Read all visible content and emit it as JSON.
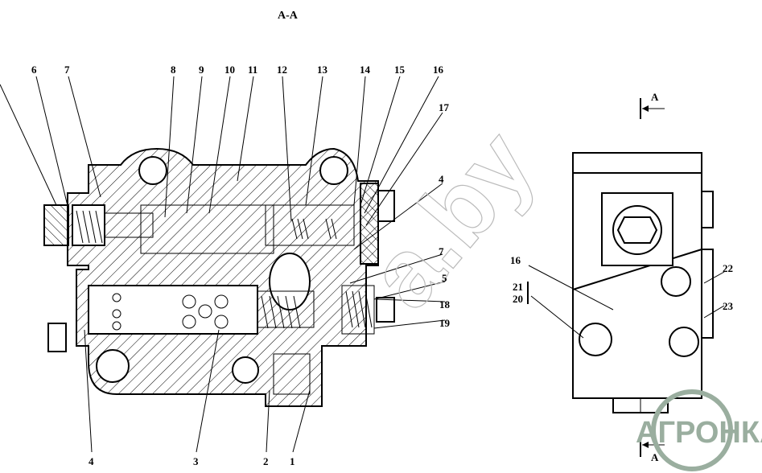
{
  "title": "А-А",
  "section_view": {
    "top_labels": [
      "6",
      "7",
      "8",
      "9",
      "10",
      "11",
      "12",
      "13",
      "14",
      "15",
      "16"
    ],
    "side_labels": [
      "17",
      "4",
      "7",
      "5",
      "18",
      "19"
    ],
    "bottom_labels": [
      "4",
      "3",
      "2",
      "1"
    ]
  },
  "side_view": {
    "section_mark_top": "А",
    "section_mark_bottom": "А",
    "labels": [
      "16",
      "21",
      "20",
      "22",
      "23"
    ]
  },
  "watermark": "a.by",
  "logo": {
    "text": "АГРОНКА",
    "color": "#9aae9f"
  }
}
